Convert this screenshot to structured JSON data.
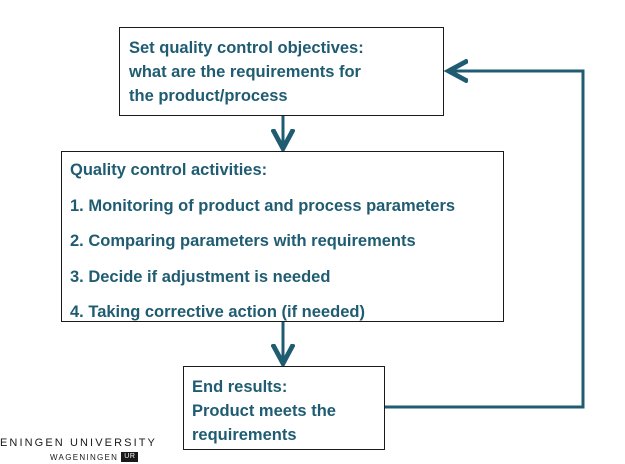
{
  "colors": {
    "text": "#1f5c72",
    "arrow": "#1f5c72",
    "border": "#1a1a1a"
  },
  "objectives": {
    "lines": [
      "Set quality control objectives:",
      "what are the requirements for",
      "the product/process"
    ]
  },
  "activities": {
    "lines": [
      "Quality control activities:",
      "1. Monitoring of product and process parameters",
      "2. Comparing parameters with requirements",
      "3. Decide if adjustment is needed",
      "4. Taking corrective action (if needed)"
    ]
  },
  "results": {
    "lines": [
      "End results:",
      "Product meets the",
      "requirements"
    ]
  },
  "logo": {
    "university": "ENINGEN UNIVERSITY",
    "wageningen": "WAGENINGEN",
    "ur": "UR"
  }
}
